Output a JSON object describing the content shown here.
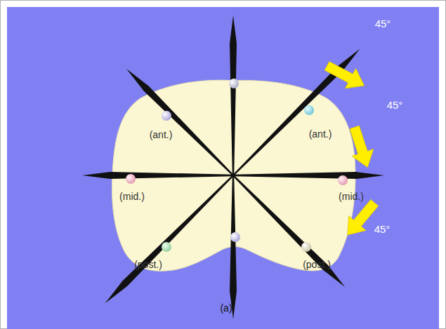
{
  "diagram": {
    "labels": [
      "45°",
      "45°",
      "45°",
      "(ant.)",
      "(ant.)",
      "(mid.)",
      "(mid.)",
      "(post.)",
      "(post.)",
      "(a)"
    ]
  }
}
